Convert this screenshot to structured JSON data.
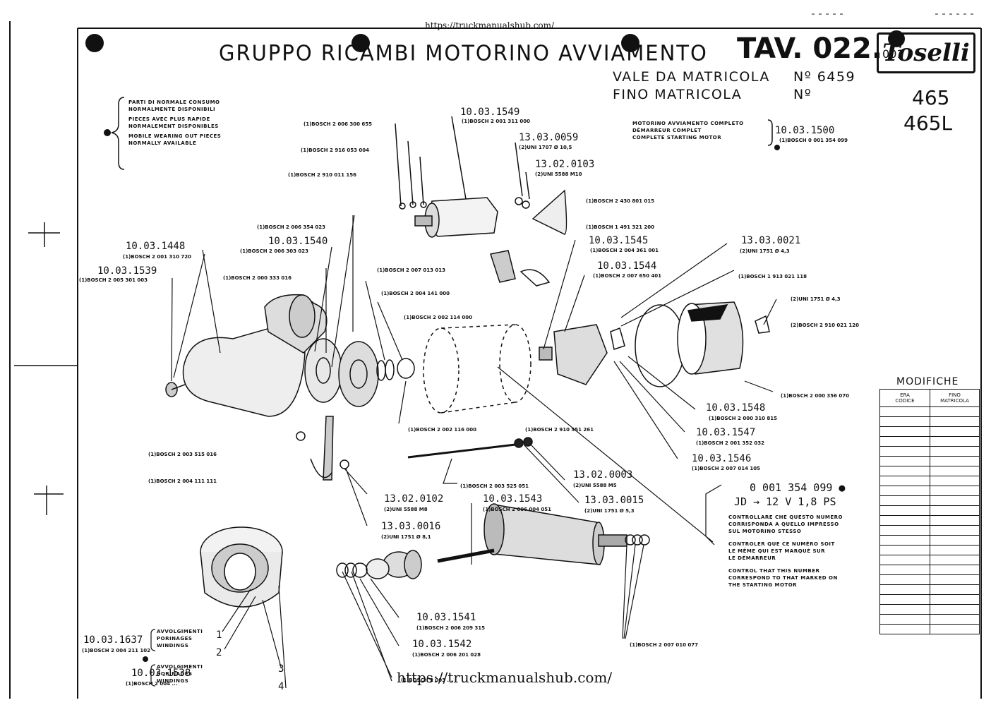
{
  "watermark": {
    "top_url": "https://truckmanualshub.com/",
    "bottom_url": "https://truckmanualshub.com/"
  },
  "header": {
    "title": "GRUPPO RICAMBI MOTORINO AVVIAMENTO",
    "table_code": "TAV. 022.",
    "table_suffix": "001",
    "brand": "Toselli",
    "valid_from_label": "VALE DA MATRICOLA",
    "valid_from_no": "Nº 6459",
    "valid_until_label": "FINO MATRICOLA",
    "valid_until_no": "Nº",
    "models": [
      "465",
      "465L"
    ]
  },
  "legend_note": {
    "lines": [
      "PARTI DI NORMALE CONSUMO",
      "NORMALMENTE DISPONIBILI",
      "PIECES AVEC PLUS RAPIDE",
      "NORMALEMENT DISPONIBLES",
      "MOBILE WEARING OUT PIECES",
      "NORMALLY AVAILABLE"
    ]
  },
  "complete_motor": {
    "lines": [
      "MOTORINO AVVIAMENTO COMPLETO",
      "DÉMARREUR COMPLET",
      "COMPLETE STARTING MOTOR"
    ],
    "code": "10.03.1500",
    "bosch": "(1)BOSCH 0 001 354 099"
  },
  "callouts": [
    {
      "id": "c1549",
      "code": "10.03.1549",
      "bosch": "(1)BOSCH 2 001 311 000"
    },
    {
      "id": "c0059",
      "code": "13.03.0059",
      "bosch": "(2)UNI 1707 Ø 10,5"
    },
    {
      "id": "c0103",
      "code": "13.02.0103",
      "bosch": "(2)UNI 5588 M10"
    },
    {
      "id": "c1448",
      "code": "10.03.1448",
      "bosch": "(1)BOSCH 2 001 310 720"
    },
    {
      "id": "c1539",
      "code": "10.03.1539",
      "bosch": "(1)BOSCH 2 005 301 003"
    },
    {
      "id": "c1540",
      "code": "10.03.1540",
      "bosch": "(1)BOSCH 2 006 303 023"
    },
    {
      "id": "c1545",
      "code": "10.03.1545",
      "bosch": "(1)BOSCH 2 004 361 001"
    },
    {
      "id": "c1544",
      "code": "10.03.1544",
      "bosch": "(1)BOSCH 2 007 650 401"
    },
    {
      "id": "c0021",
      "code": "13.03.0021",
      "bosch": "(2)UNI 1751 Ø 4,3"
    },
    {
      "id": "c1548",
      "code": "10.03.1548",
      "bosch": "(1)BOSCH 2 000 310 815"
    },
    {
      "id": "c1547",
      "code": "10.03.1547",
      "bosch": "(1)BOSCH 2 001 352 032"
    },
    {
      "id": "c1546",
      "code": "10.03.1546",
      "bosch": "(1)BOSCH 2 007 014 105"
    },
    {
      "id": "c0003",
      "code": "13.02.0003",
      "bosch": "(2)UNI 5588 M5"
    },
    {
      "id": "c0015",
      "code": "13.03.0015",
      "bosch": "(2)UNI 1751 Ø 5,3"
    },
    {
      "id": "c0102",
      "code": "13.02.0102",
      "bosch": "(2)UNI 5588 M8"
    },
    {
      "id": "c0016",
      "code": "13.03.0016",
      "bosch": "(2)UNI 1751 Ø 8,1"
    },
    {
      "id": "c1543",
      "code": "10.03.1543",
      "bosch": "(1)BOSCH 2 006 004 051"
    },
    {
      "id": "c1541",
      "code": "10.03.1541",
      "bosch": "(1)BOSCH 2 006 209 315"
    },
    {
      "id": "c1542",
      "code": "10.03.1542",
      "bosch": "(1)BOSCH 2 006 201 028"
    },
    {
      "id": "c1637",
      "code": "10.03.1637",
      "bosch": "(1)BOSCH 2 004 211 102"
    },
    {
      "id": "c1538",
      "code": "10.03.1538",
      "bosch": "(1)BOSCH 2 004 ..."
    }
  ],
  "bosch_only": [
    {
      "id": "b1",
      "text": "(1)BOSCH 2 006 300 655"
    },
    {
      "id": "b2",
      "text": "(1)BOSCH 2 916 053 004"
    },
    {
      "id": "b3",
      "text": "(1)BOSCH 2 910 011 156"
    },
    {
      "id": "b4",
      "text": "(1)BOSCH 2 430 801 015"
    },
    {
      "id": "b5",
      "text": "(1)BOSCH 1 491 321 200"
    },
    {
      "id": "b6",
      "text": "(1)BOSCH 2 006 354 023"
    },
    {
      "id": "b7",
      "text": "(1)BOSCH 2 000 333 016"
    },
    {
      "id": "b8",
      "text": "(1)BOSCH 2 007 013 013"
    },
    {
      "id": "b9",
      "text": "(1)BOSCH 2 004 141 000"
    },
    {
      "id": "b10",
      "text": "(1)BOSCH 2 002 114 000"
    },
    {
      "id": "b11",
      "text": "(1)BOSCH 1 913 021 118"
    },
    {
      "id": "b12",
      "text": "(2)UNI 1751 Ø 4,3"
    },
    {
      "id": "b13",
      "text": "(2)BOSCH 2 910 021 120"
    },
    {
      "id": "b14",
      "text": "(1)BOSCH 2 002 116 000"
    },
    {
      "id": "b15",
      "text": "(1)BOSCH 2 910 551 261"
    },
    {
      "id": "b16",
      "text": "(1)BOSCH 2 003 515 016"
    },
    {
      "id": "b17",
      "text": "(1)BOSCH 2 004 111 111"
    },
    {
      "id": "b18",
      "text": "(1)BOSCH 2 003 525 051"
    },
    {
      "id": "b19",
      "text": "(1)BOSCH 2 000 356 070"
    },
    {
      "id": "b20",
      "text": "(1)BOSCH 2 007 010 077"
    },
    {
      "id": "b21",
      "text": "(1)BOSCH 2 003 ..."
    }
  ],
  "motor_check": {
    "number": "0 001 354 099 ●",
    "rating": "JD → 12 V 1,8 PS",
    "lines": [
      "CONTROLLARE CHE QUESTO NUMERO",
      "CORRISPONDA A QUELLO IMPRESSO",
      "SUL MOTORINO STESSO",
      "CONTROLER QUE CE NUMÉRO SOIT",
      "LE MÊME QUI EST MARQUÉ SUR",
      "LE DÉMARREUR",
      "CONTROL THAT THIS NUMBER",
      "CORRESPOND TO THAT MARKED ON",
      "THE STARTING MOTOR"
    ]
  },
  "winding_notes": {
    "a": [
      "AVVOLGIMENTI",
      "PORINAGES",
      "WINDINGS"
    ],
    "a_nums": [
      "1",
      "2"
    ],
    "b": [
      "AVVOLGIMENTI",
      "BOBINAGES",
      "WINDINGS"
    ],
    "b_nums": [
      "3",
      "4"
    ]
  },
  "modifiche": {
    "title": "MODIFICHE",
    "col1_head": [
      "ERA",
      "CODICE"
    ],
    "col2_head": [
      "FINO",
      "MATRICOLA"
    ]
  }
}
